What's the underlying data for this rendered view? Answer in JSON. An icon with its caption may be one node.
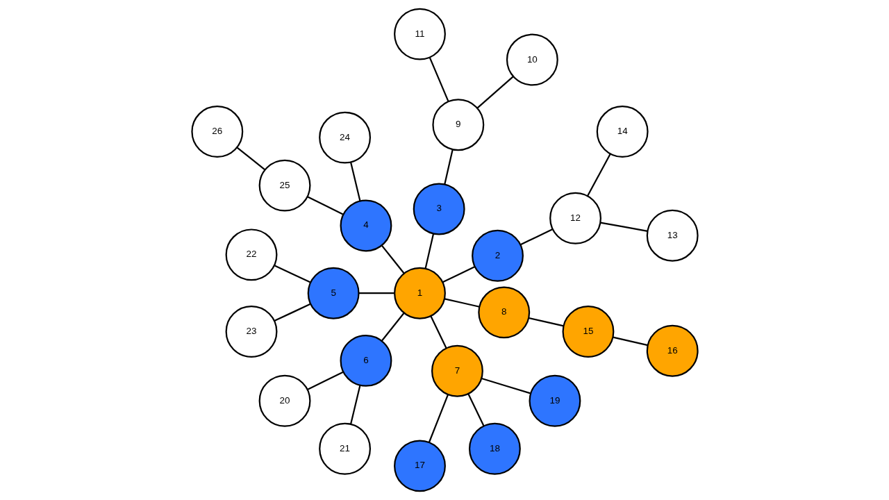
{
  "diagram": {
    "nodes": [
      {
        "text": [
          "1"
        ]
      },
      {
        "text": [
          "2"
        ]
      },
      {
        "text": [
          "3"
        ]
      },
      {
        "text": [
          "4"
        ]
      },
      {
        "text": [
          "5"
        ]
      },
      {
        "text": [
          "6"
        ]
      },
      {
        "text": [
          "7"
        ]
      },
      {
        "text": [
          "8"
        ]
      },
      {
        "text": [
          "9"
        ]
      },
      {
        "text": [
          "10"
        ]
      },
      {
        "text": [
          "11"
        ]
      },
      {
        "text": [
          "12"
        ]
      },
      {
        "text": [
          "13"
        ]
      },
      {
        "text": [
          "14"
        ]
      },
      {
        "text": [
          "15"
        ]
      },
      {
        "text": [
          "16"
        ]
      },
      {
        "text": [
          "17"
        ]
      },
      {
        "text": [
          "18"
        ]
      },
      {
        "text": [
          "19"
        ]
      },
      {
        "text": [
          "20"
        ]
      },
      {
        "text": [
          "21"
        ]
      },
      {
        "text": [
          "22"
        ]
      },
      {
        "text": [
          "23"
        ]
      },
      {
        "text": [
          "24"
        ]
      },
      {
        "text": [
          "25"
        ]
      },
      {
        "text": [
          "26"
        ]
      }
    ],
    "edges": [
      {
        "from": 0,
        "to": 1,
        "arrow": "none"
      },
      {
        "from": 0,
        "to": 2,
        "arrow": "none"
      },
      {
        "from": 0,
        "to": 3,
        "arrow": "none"
      },
      {
        "from": 0,
        "to": 4,
        "arrow": "none"
      },
      {
        "from": 0,
        "to": 5,
        "arrow": "none"
      },
      {
        "from": 0,
        "to": 6,
        "arrow": "none"
      },
      {
        "from": 0,
        "to": 7,
        "arrow": "none"
      },
      {
        "from": 1,
        "to": 11,
        "arrow": "none"
      },
      {
        "from": 11,
        "to": 13,
        "arrow": "none"
      },
      {
        "from": 11,
        "to": 12,
        "arrow": "none"
      },
      {
        "from": 2,
        "to": 8,
        "arrow": "none"
      },
      {
        "from": 8,
        "to": 9,
        "arrow": "none"
      },
      {
        "from": 8,
        "to": 10,
        "arrow": "none"
      },
      {
        "from": 3,
        "to": 23,
        "arrow": "none"
      },
      {
        "from": 3,
        "to": 24,
        "arrow": "none"
      },
      {
        "from": 24,
        "to": 25,
        "arrow": "none"
      },
      {
        "from": 4,
        "to": 21,
        "arrow": "none"
      },
      {
        "from": 4,
        "to": 22,
        "arrow": "none"
      },
      {
        "from": 5,
        "to": 19,
        "arrow": "none"
      },
      {
        "from": 5,
        "to": 20,
        "arrow": "none"
      },
      {
        "from": 6,
        "to": 16,
        "arrow": "none"
      },
      {
        "from": 6,
        "to": 17,
        "arrow": "none"
      },
      {
        "from": 6,
        "to": 18,
        "arrow": "none"
      },
      {
        "from": 7,
        "to": 14,
        "arrow": "none"
      },
      {
        "from": 14,
        "to": 15,
        "arrow": "none"
      }
    ]
  }
}
